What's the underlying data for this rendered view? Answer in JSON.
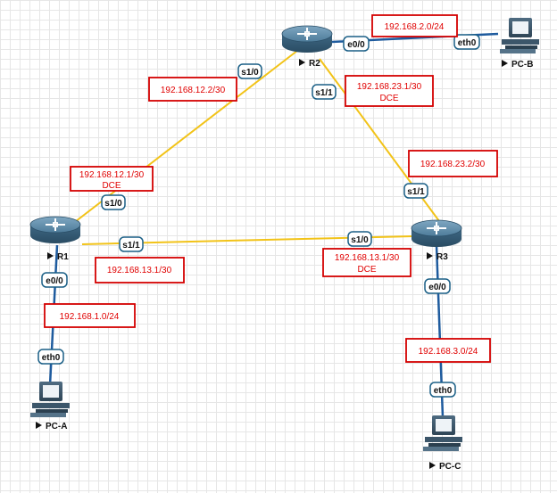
{
  "devices": {
    "r1": {
      "label": "R1"
    },
    "r2": {
      "label": "R2"
    },
    "r3": {
      "label": "R3"
    },
    "pc_a": {
      "label": "PC-A"
    },
    "pc_b": {
      "label": "PC-B"
    },
    "pc_c": {
      "label": "PC-C"
    }
  },
  "interfaces": {
    "r2_s1_0": "s1/0",
    "r2_s1_1": "s1/1",
    "r2_e0_0": "e0/0",
    "pcb_eth0": "eth0",
    "r1_s1_0": "s1/0",
    "r1_s1_1": "s1/1",
    "r1_e0_0": "e0/0",
    "pca_eth0": "eth0",
    "r3_s1_0": "s1/0",
    "r3_s1_1": "s1/1",
    "r3_e0_0": "e0/0",
    "pcc_eth0": "eth0"
  },
  "addresses": {
    "net_b": {
      "lines": [
        "192.168.2.0/24"
      ]
    },
    "r2_s1_0": {
      "lines": [
        "192.168.12.2/30"
      ]
    },
    "r2_s1_1": {
      "lines": [
        "192.168.23.1/30",
        "DCE"
      ]
    },
    "r3_s1_1": {
      "lines": [
        "192.168.23.2/30"
      ]
    },
    "r1_s1_0": {
      "lines": [
        "192.168.12.1/30",
        "DCE"
      ]
    },
    "r1_s1_1": {
      "lines": [
        "192.168.13.1/30"
      ]
    },
    "r3_s1_0": {
      "lines": [
        "192.168.13.1/30",
        "DCE"
      ]
    },
    "net_a": {
      "lines": [
        "192.168.1.0/24"
      ]
    },
    "net_c": {
      "lines": [
        "192.168.3.0/24"
      ]
    }
  },
  "colors": {
    "serial_link": "#f2c318",
    "ethernet_link": "#1e5b9e",
    "address_label": "#e00000",
    "interface_border": "#1a5f86"
  }
}
